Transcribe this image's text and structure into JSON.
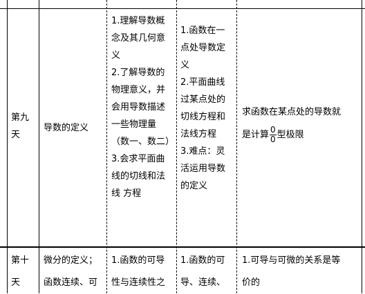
{
  "rows": [
    {
      "day_lines": [
        "第九",
        "天"
      ],
      "topic": "导数的定义",
      "requirements": [
        "1.理解导数概",
        "念及其几何意",
        "义",
        "2.了解导数的",
        "物理意义，并",
        "会用导数描述",
        "一些物理量",
        "（数一、数二）",
        "3.会求平面曲",
        "线的切线和法",
        "线 方程"
      ],
      "key_points": [
        "1.函数在一",
        "点处导数定",
        "义",
        "2.平面曲线",
        "过某点处的",
        "切线方程和",
        "法线方程",
        "3.难点：灵",
        "活运用导数",
        "的定义"
      ],
      "notes": {
        "line1": "求函数在某点处的导数就",
        "line2_prefix": "是计算",
        "frac_num": "0",
        "frac_den": "0",
        "line2_suffix": "型极限"
      }
    },
    {
      "day_lines": [
        "第十",
        "天"
      ],
      "topic_lines": [
        "微分的定义；",
        "函数连续、可"
      ],
      "requirements": [
        "1.函数的可导",
        "性与连续性之"
      ],
      "key_points": [
        "1.函数的可",
        "导、连续、"
      ],
      "notes_lines": [
        "1.可导与可微的关系是等",
        "价的"
      ]
    }
  ]
}
